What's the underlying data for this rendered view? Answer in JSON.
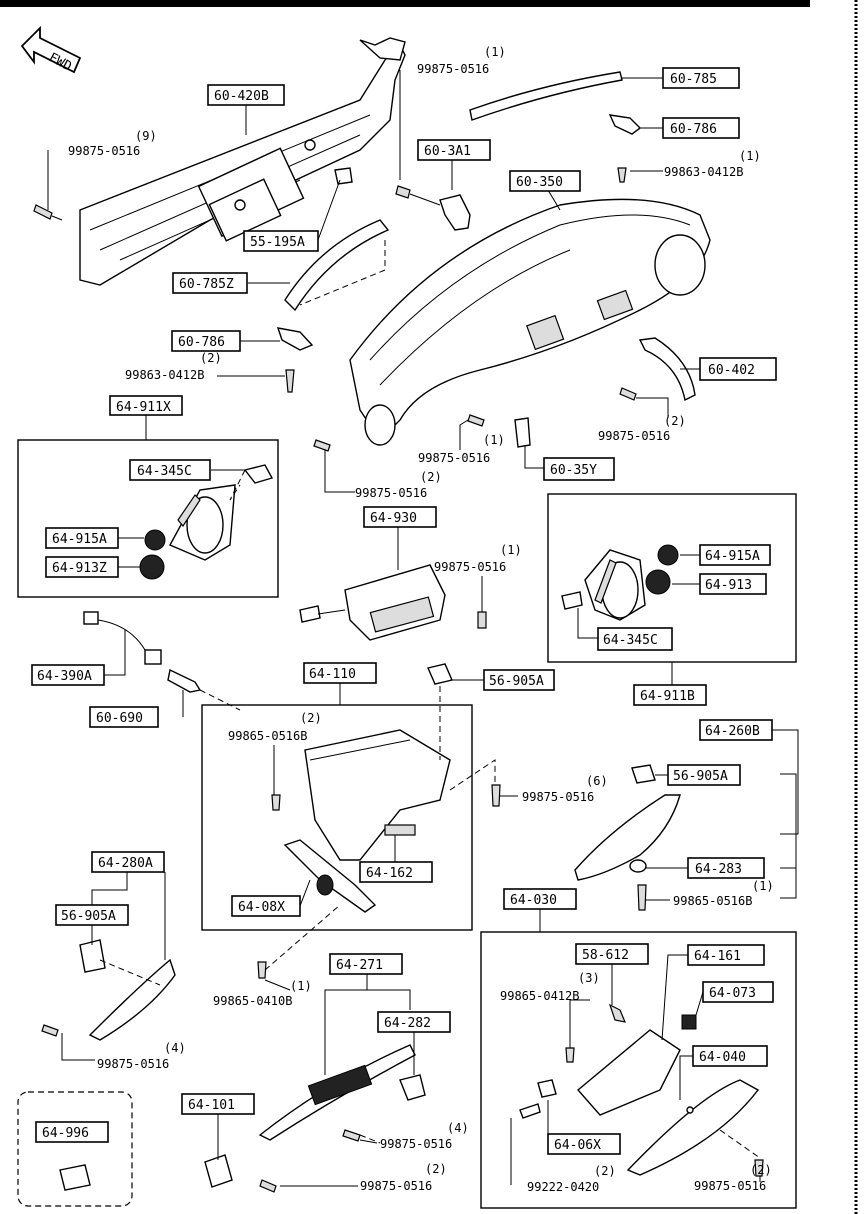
{
  "fwd_label": "FWD",
  "part_codes": {
    "c60_420B": "60-420B",
    "c60_785": "60-785",
    "c60_786a": "60-786",
    "c60_3A1": "60-3A1",
    "c60_350": "60-350",
    "c55_195A": "55-195A",
    "c60_785Z": "60-785Z",
    "c60_786b": "60-786",
    "c60_402": "60-402",
    "c64_911X": "64-911X",
    "c64_345C_a": "64-345C",
    "c64_915A_a": "64-915A",
    "c64_913Z": "64-913Z",
    "c60_35Y": "60-35Y",
    "c64_930": "64-930",
    "c64_915A_b": "64-915A",
    "c64_913": "64-913",
    "c64_345C_b": "64-345C",
    "c64_911B": "64-911B",
    "c64_390A": "64-390A",
    "c60_690": "60-690",
    "c64_110": "64-110",
    "c56_905A_a": "56-905A",
    "c64_260B": "64-260B",
    "c56_905A_b": "56-905A",
    "c64_162": "64-162",
    "c64_08X": "64-08X",
    "c64_283": "64-283",
    "c64_280A": "64-280A",
    "c56_905A_c": "56-905A",
    "c64_030": "64-030",
    "c58_612": "58-612",
    "c64_161": "64-161",
    "c64_073": "64-073",
    "c64_271": "64-271",
    "c64_282": "64-282",
    "c64_040": "64-040",
    "c64_101": "64-101",
    "c64_996": "64-996",
    "c64_06X": "64-06X"
  },
  "fasteners": {
    "f1_code": "99875-0516",
    "f1_qty": "(1)",
    "f2_code": "99875-0516",
    "f2_qty": "(9)",
    "f3_code": "99863-0412B",
    "f3_qty": "(1)",
    "f4_code": "99863-0412B",
    "f4_qty": "(2)",
    "f5_code": "99875-0516",
    "f5_qty": "(2)",
    "f6_code": "99875-0516",
    "f6_qty": "(1)",
    "f7_code": "99875-0516",
    "f7_qty": "(2)",
    "f8_code": "99875-0516",
    "f8_qty": "(1)",
    "f9_code": "99865-0516B",
    "f9_qty": "(2)",
    "f10_code": "99875-0516",
    "f10_qty": "(6)",
    "f11_code": "99865-0516B",
    "f11_qty": "(1)",
    "f12_code": "99865-0410B",
    "f12_qty": "(1)",
    "f13_code": "99865-0412B",
    "f13_qty": "(3)",
    "f14_code": "99875-0516",
    "f14_qty": "(4)",
    "f15_code": "99875-0516",
    "f15_qty": "(4)",
    "f16_code": "99875-0516",
    "f16_qty": "(2)",
    "f17_code": "99222-0420",
    "f17_qty": "(2)",
    "f18_code": "99875-0516",
    "f18_qty": "(2)"
  }
}
